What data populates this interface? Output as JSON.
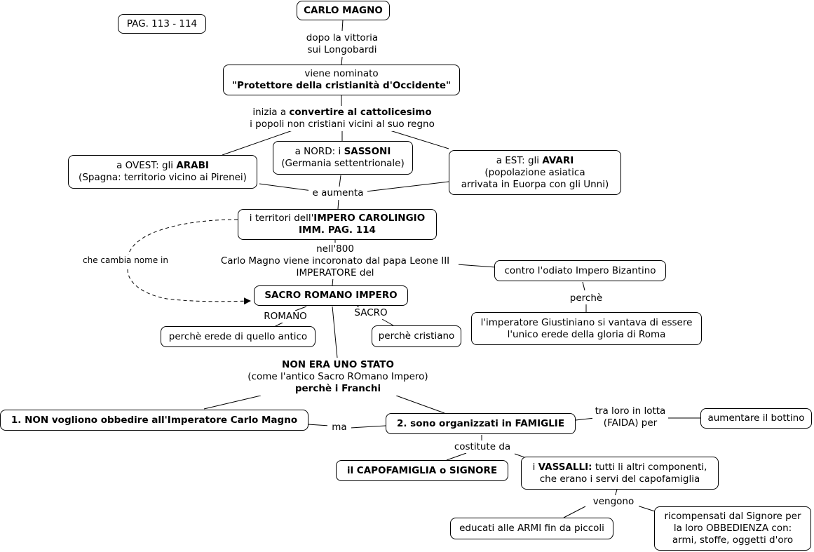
{
  "page_ref": "PAG. 113 - 114",
  "title": "CARLO MAGNO",
  "link_vittoria": [
    "dopo la vittoria",
    "sui Longobardi"
  ],
  "protettore": [
    "viene nominato",
    "\"Protettore della cristianità d'Occidente\""
  ],
  "link_convertire": {
    "pre": "inizia a ",
    "bold": "convertire al cattolicesimo",
    "line2": "i popoli non cristiani vicini al suo regno"
  },
  "ovest": {
    "pre": "a OVEST: gli ",
    "bold": "ARABI",
    "line2": "(Spagna: territorio vicino ai Pirenei)"
  },
  "nord": {
    "pre": "a NORD: i ",
    "bold": "SASSONI",
    "line2": "(Germania settentrionale)"
  },
  "est": {
    "pre": "a EST: gli ",
    "bold": "AVARI",
    "line2": "(popolazione asiatica",
    "line3": "arrivata in Euorpa con gli Unni)"
  },
  "link_aumenta": "e aumenta",
  "impero": {
    "pre": "i territori dell'",
    "bold": "IMPERO CAROLINGIO",
    "line2": "IMM. PAG. 114"
  },
  "link_cambia": "che cambia nome in",
  "link_800": [
    "nell'800",
    "Carlo Magno viene incoronato dal papa Leone III",
    "IMPERATORE del"
  ],
  "bizantino": "contro l'odiato Impero Bizantino",
  "link_perche": "perchè",
  "giustiniano": [
    "l'imperatore Giustiniano si vantava di essere",
    "l'unico erede della gloria di Roma"
  ],
  "sacro_romano": "SACRO ROMANO IMPERO",
  "link_romano": "ROMANO",
  "link_sacro": "SACRO",
  "erede": "perchè erede di quello antico",
  "cristiano": "perchè cristiano",
  "non_stato": {
    "bold1": "NON ERA UNO STATO",
    "line2": "(come l'antico Sacro ROmano Impero)",
    "bold3": "perchè i Franchi"
  },
  "non_obbedire": "1. NON vogliono obbedire all'Imperatore Carlo Magno",
  "link_ma": "ma",
  "famiglie": "2. sono organizzati in FAMIGLIE",
  "link_lotta": [
    "tra loro in lotta",
    "(FAIDA) per"
  ],
  "bottino": "aumentare il bottino",
  "link_costitute": "costitute da",
  "capofamiglia": "il CAPOFAMIGLIA o SIGNORE",
  "vassalli": {
    "bold": "VASSALLI:",
    "pre": "i ",
    "post": " tutti li altri componenti,",
    "line2": "che erano i servi del capofamiglia"
  },
  "link_vengono": "vengono",
  "educati": "educati alle ARMI fin da piccoli",
  "ricompensati": [
    "ricompensati dal Signore per",
    "la loro OBBEDIENZA con:",
    "armi, stoffe, oggetti d'oro"
  ]
}
